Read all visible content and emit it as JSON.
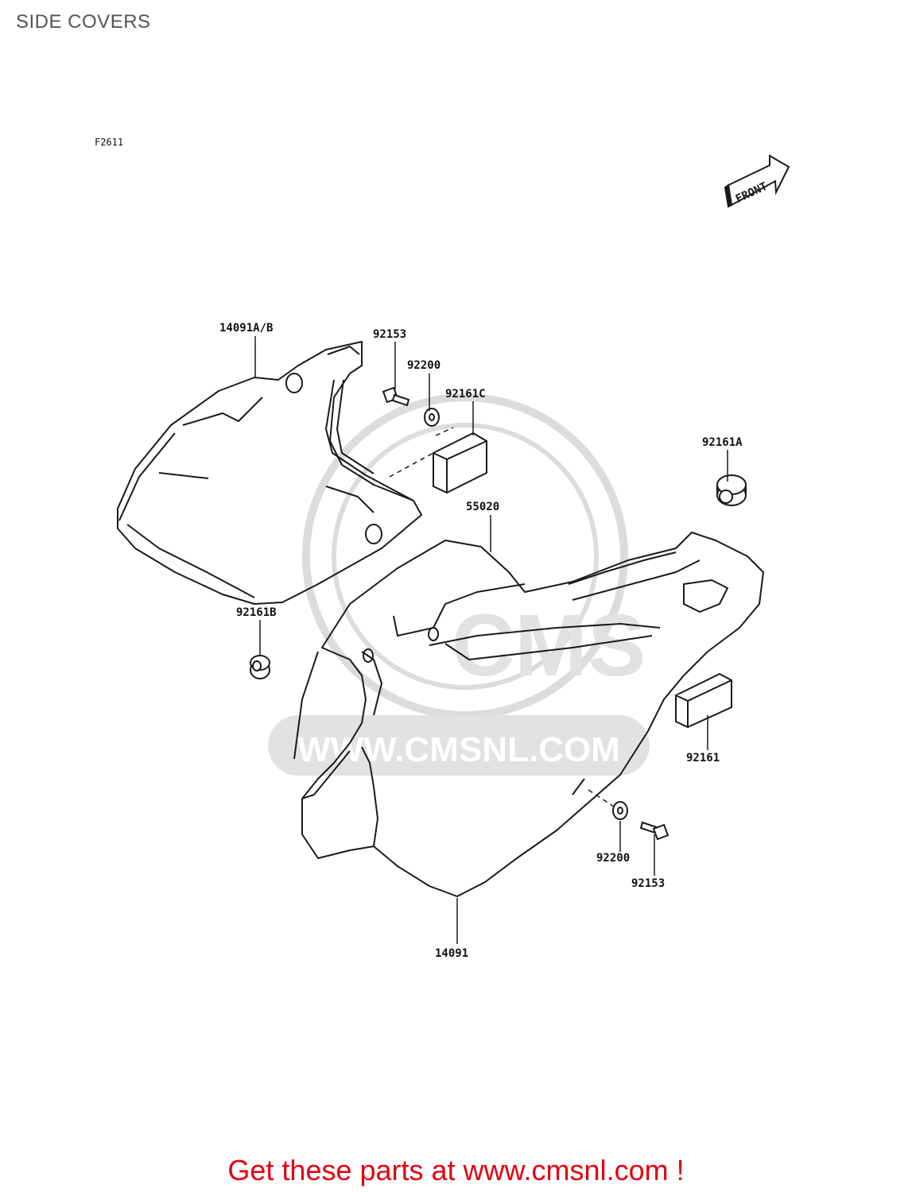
{
  "page": {
    "title": "SIDE COVERS",
    "figure_code": "F2611"
  },
  "front_indicator": {
    "text": "FRONT",
    "icon": "front-arrow-icon"
  },
  "watermark": {
    "text": "CMS",
    "url_text": "WWW.CMSNL.COM"
  },
  "parts": {
    "p14091ab": "14091A/B",
    "p92153_top": "92153",
    "p92200_top": "92200",
    "p92161c": "92161C",
    "p92161a": "92161A",
    "p55020": "55020",
    "p92161b": "92161B",
    "p92161": "92161",
    "p92200_bottom": "92200",
    "p92153_bottom": "92153",
    "p14091": "14091"
  },
  "cta": {
    "text": "Get these parts at www.cmsnl.com !"
  },
  "colors": {
    "line": "#1a1a1a",
    "watermark": "#d9d9d9",
    "cta": "#e3000f"
  }
}
